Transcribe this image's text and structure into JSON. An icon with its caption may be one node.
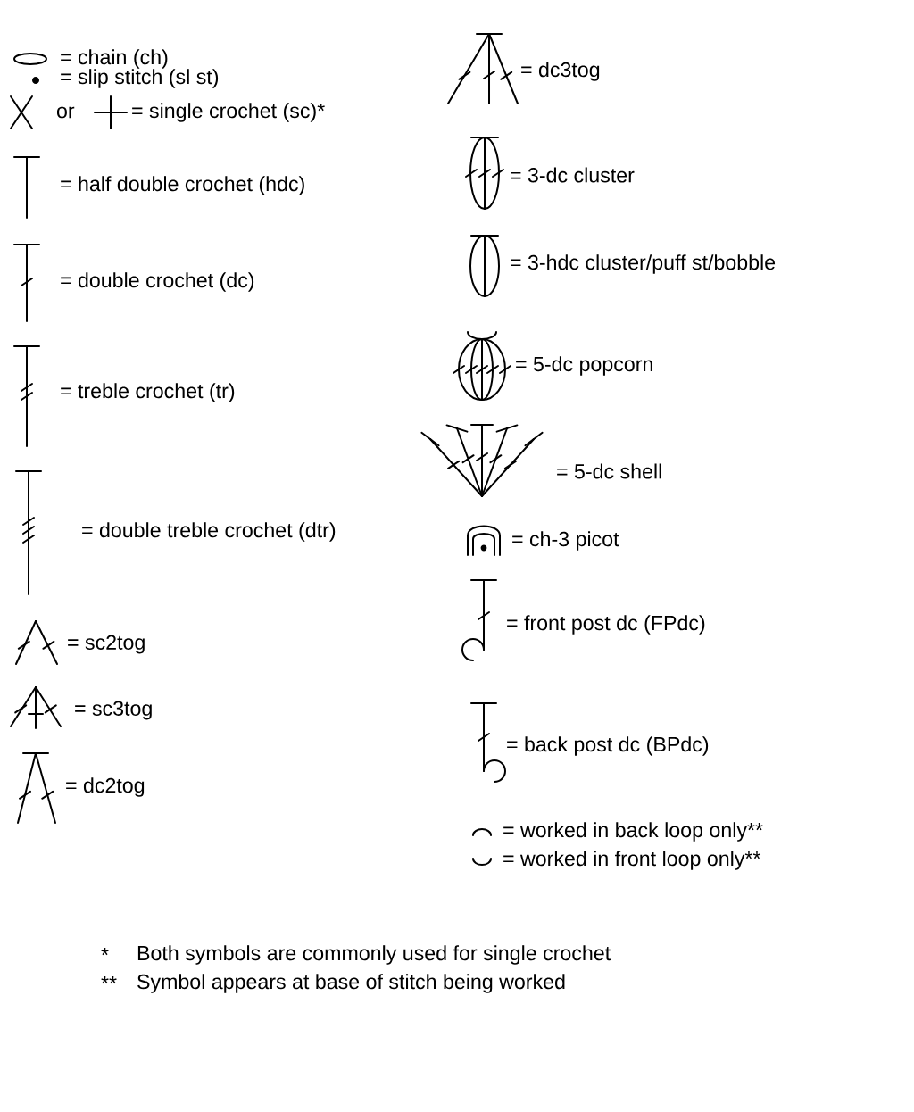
{
  "diagram": {
    "legend": [
      {
        "text": "= chain (ch)"
      },
      {
        "text": "= slip stitch (sl st)"
      },
      {
        "text": "= single crochet (sc)*"
      },
      {
        "text": "= half double crochet (hdc)"
      },
      {
        "text": "= double crochet (dc)"
      },
      {
        "text": "= treble crochet (tr)"
      },
      {
        "text": "= double treble crochet (dtr)"
      },
      {
        "text": "= sc2tog"
      },
      {
        "text": "= sc3tog"
      },
      {
        "text": "= dc2tog"
      },
      {
        "text": "= dc3tog"
      },
      {
        "text": "= 3-dc cluster"
      },
      {
        "text": "= 3-hdc cluster/puff st/bobble"
      },
      {
        "text": "= 5-dc popcorn"
      },
      {
        "text": "= 5-dc shell"
      },
      {
        "text": "= ch-3 picot"
      },
      {
        "text": "= front post dc (FPdc)"
      },
      {
        "text": "= back post dc (BPdc)"
      },
      {
        "text": "= worked in back loop only**"
      },
      {
        "text": "= worked in front loop only**"
      }
    ],
    "labels": [
      "or",
      "*",
      "Both symbols are commonly used for single crochet",
      "**",
      "Symbol appears at base of stitch being worked"
    ]
  }
}
